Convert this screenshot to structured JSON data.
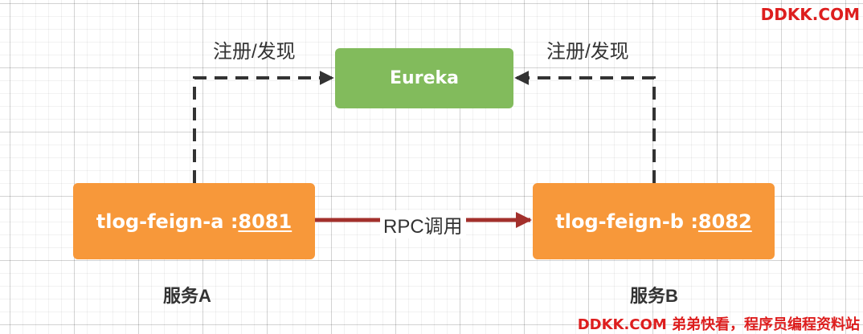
{
  "diagram": {
    "nodes": {
      "eureka": {
        "label": "Eureka"
      },
      "service_a": {
        "name": "tlog-feign-a :",
        "port": "8081"
      },
      "service_b": {
        "name": "tlog-feign-b :",
        "port": "8082"
      }
    },
    "edges": {
      "a_to_eureka": {
        "label": "注册/发现"
      },
      "b_to_eureka": {
        "label": "注册/发现"
      },
      "a_to_b": {
        "label": "RPC调用"
      }
    },
    "captions": {
      "service_a": "服务A",
      "service_b": "服务B"
    }
  },
  "watermark": {
    "top": "DDKK.COM",
    "bottom": "DDKK.COM 弟弟快看，程序员编程资料站"
  },
  "colors": {
    "eureka_fill": "#82bb5c",
    "service_fill": "#f7983a",
    "rpc_arrow": "#a3302c",
    "dashed_arrow": "#333333",
    "watermark": "#dd1e1e"
  }
}
